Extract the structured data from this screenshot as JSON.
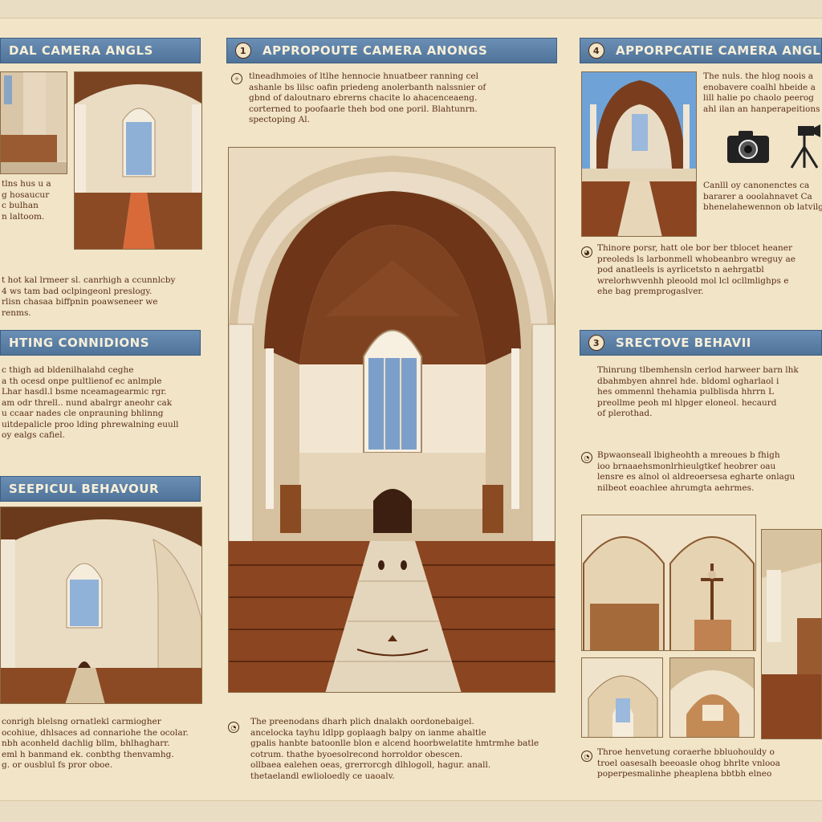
{
  "left": {
    "banner1": "DAL CAMERA ANGLS",
    "text1": [
      "tlns hus u a",
      "g hosaucur",
      "c bulhan",
      "n laltoom."
    ],
    "text2": [
      "t hot kal lrmeer sl.  canrhigh a ccunnlcby",
      "4 ws tam bad oclpingeonl preslogy.",
      "rlisn chasaa biffpnin poawseneer we",
      "renms."
    ],
    "banner2": "HTING CONNIDIONS",
    "text3": [
      "c thigh ad bldenilhalahd ceghe",
      "a th ocesd onpe pultlienof ec anlmple",
      "Lhar hasdl.l bsme nceamagearmic rgr.",
      "am odr threll.. nund abalrgr aneohr cak",
      "u ccaar nades cle onprauning bhlinng",
      "uitdepalicle proo lding phrewalning euull",
      "oy ealgs cafiel."
    ],
    "banner3": "SEEPICUL BEHAVOUR",
    "text4": [
      "conrigh blelsng ornatlekl carmiogher",
      "ocohiue, dhlsaces ad connariohe the ocolar.",
      "nbh aconheld dachlig bllm, bhlhagharr.",
      "eml h banmand ek. conbthg thenvamhg.",
      "g. or ousblul fs pror oboe."
    ]
  },
  "center": {
    "number1": "1",
    "banner": "APPROPOUTE CAMERA ANONGS",
    "intro": [
      "tlneadhmoies of ltlhe hennocie  hnuatbeer ranning cel",
      "ashanle  bs lilsc oafin priedeng anolerbanth nalssnier of",
      "gbnd of daloutnaro ebrerns  chacite lo ahacenceaeng.",
      "corterned to poofaarle theh  bod one poril. Blahtunrn.",
      "spectoping Al."
    ],
    "bottom": [
      "The preenodans  dharh plich dnalakh  oordonebaigel.",
      "ancelocka tayhu ldlpp goplaagh balpy on ianme ahaltle",
      "gpalis hanbte batoonlle blon e alcend hoorbwelatite hmtrmhe batle",
      "cotrum.    thathe byoesolrecond  horroldor obescen.",
      "ollbaea ealehen oeas, grerrorcgh dlhlogoll, hagur. anall.",
      "thetaelandl ewlioloedly ce uaoalv."
    ]
  },
  "right": {
    "number1": "4",
    "banner1": "APPORPCATIE  CAMERA ANGLS",
    "text1": [
      "The nuls. the hlog noois a",
      "enobavere coalhl hbeide a",
      "lill halie po chaolo peerog",
      "ahl ilan an hanperapeitions"
    ],
    "text2": [
      "Canlll oy canonenctes ca",
      "bararer a ooolahnavet Ca",
      "bhenelahewennon ob latvilge"
    ],
    "text3": [
      "Thinore porsr, hatt ole bor ber tblocet heaner",
      "preoleds ls larbonmell whobeanbro wreguy ae",
      "pod anatleels  is ayrlicetsto n aehrgatbl",
      "wrelorhwvenhh pleoold mol lcl ocllmlighps e",
      "ehe bag premprogaslver."
    ],
    "number2": "3",
    "banner2": "SRECTOVE BEHAVII",
    "text4": [
      "Thinrung tlbemhensln cerlod harweer barn lhk",
      "dbahmbyen ahnrel hde. bldoml ogharlaol i",
      "hes ommennl thehamia pulblisda hhrrn L",
      "preollme peoh ml hlpger  eloneol. hecaurd",
      "of plerothad."
    ],
    "text5": [
      "Bpwaonseall lbigheohth  a mreoues b fhigh",
      "ioo brnaaehsmonlrhieulgtkef heobrer oau",
      "lensre es alnol ol aldreoersesa egharte onlagu",
      "nilbeot eoachlee  ahrumgta aehrmes."
    ],
    "text6": [
      "Throe henvetung coraerhe bbluohouldy o",
      "troel oasesalh beeoasle ohog bhrlte vnlooa",
      "poperpesmalinhe  pheaplena bbtbh elneo"
    ]
  }
}
